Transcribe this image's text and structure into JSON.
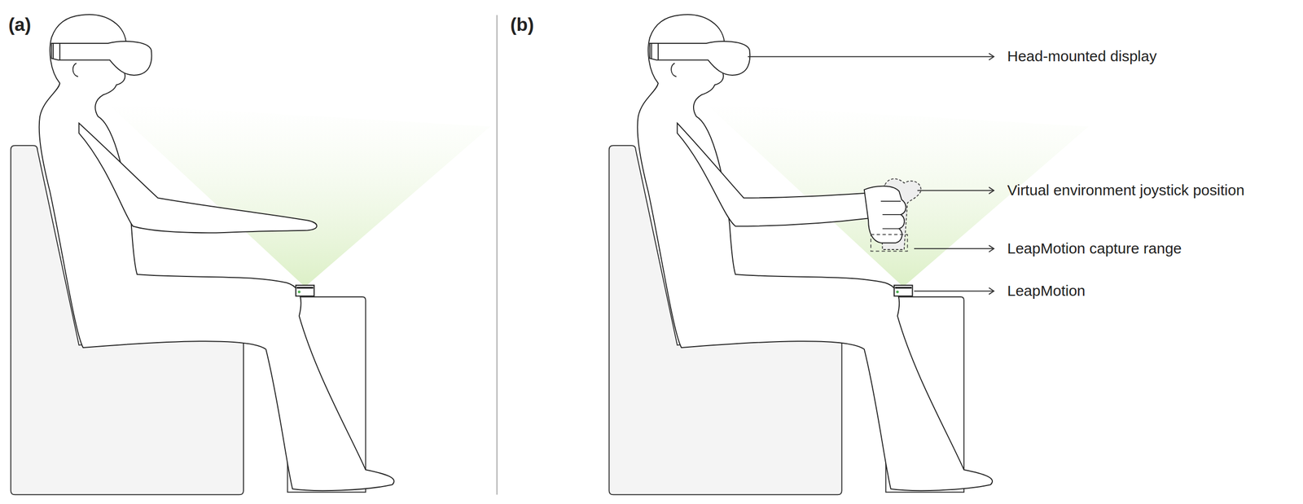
{
  "diagram": {
    "labels": [
      "(a)",
      "(b)",
      "Head-mounted display",
      "Virtual environment joystick position",
      "LeapMotion capture range",
      "LeapMotion"
    ]
  }
}
